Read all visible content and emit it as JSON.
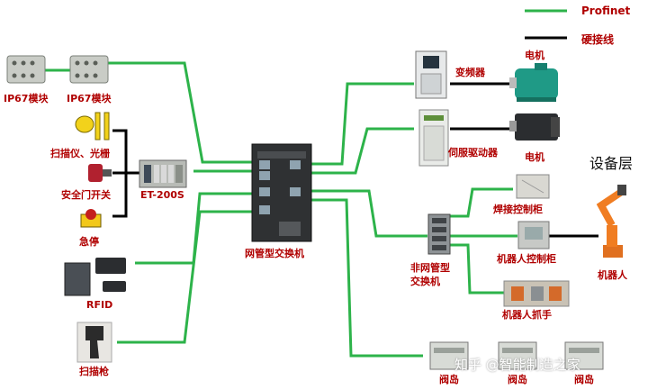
{
  "legend": {
    "profinet": "Profinet",
    "hardwire": "硬接线",
    "profinet_color": "#2db34a",
    "hardwire_color": "#000000"
  },
  "layer_label": "设备层",
  "watermark": "知乎 @智能制造之家",
  "devices": {
    "ip67_1": "IP67模块",
    "ip67_2": "IP67模块",
    "scanner_grating": "扫描仪、光栅",
    "safety_door": "安全门开关",
    "estop": "急停",
    "et200s": "ET-200S",
    "rfid": "RFID",
    "scan_gun": "扫描枪",
    "managed_switch": "网管型交换机",
    "vfd": "变频器",
    "motor_1": "电机",
    "servo_drive": "伺服驱动器",
    "motor_2": "电机",
    "unmanaged_switch_1": "非网管型",
    "unmanaged_switch_2": "交换机",
    "weld_cabinet": "焊接控制柜",
    "robot_cabinet": "机器人控制柜",
    "robot": "机器人",
    "gripper": "机器人抓手",
    "valve_1": "阀岛",
    "valve_2": "阀岛",
    "valve_3": "阀岛"
  }
}
